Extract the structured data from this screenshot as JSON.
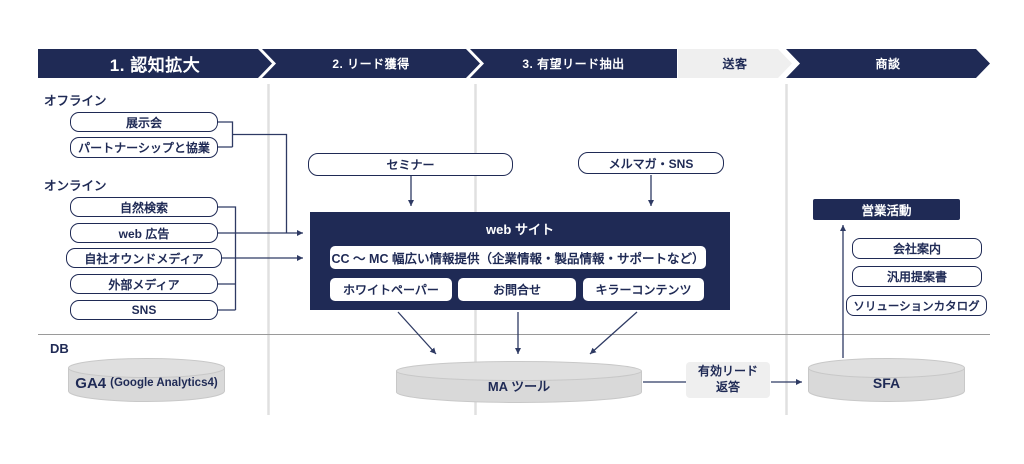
{
  "header": {
    "stages": [
      {
        "label": "1. 認知拡大"
      },
      {
        "label": "2. リード獲得"
      },
      {
        "label": "3. 有望リード抽出"
      },
      {
        "label": "送客"
      },
      {
        "label": "商談"
      }
    ]
  },
  "sections": {
    "offline": "オフライン",
    "online": "オンライン",
    "db": "DB"
  },
  "offline_channels": [
    {
      "label": "展示会"
    },
    {
      "label": "パートナーシップと協業"
    }
  ],
  "online_channels": [
    {
      "label": "自然検索"
    },
    {
      "label": "web 広告"
    },
    {
      "label": "自社オウンドメディア"
    },
    {
      "label": "外部メディア"
    },
    {
      "label": "SNS"
    }
  ],
  "lead_gen": {
    "seminar": "セミナー",
    "mailmag_sns": "メルマガ・SNS"
  },
  "website": {
    "title": "web サイト",
    "info_banner": "CC 〜 MC 幅広い情報提供（企業情報・製品情報・サポートなど）",
    "contents": [
      {
        "label": "ホワイトペーパー"
      },
      {
        "label": "お問合せ"
      },
      {
        "label": "キラーコンテンツ"
      }
    ]
  },
  "sales": {
    "title": "営業活動",
    "materials": [
      {
        "label": "会社案内"
      },
      {
        "label": "汎用提案書"
      },
      {
        "label": "ソリューションカタログ"
      }
    ]
  },
  "databases": {
    "ga4": "GA4",
    "ga4_sub": "(Google Analytics4)",
    "ma_tool": "MA ツール",
    "sfa": "SFA"
  },
  "flow": {
    "lead_reply_line1": "有効リード",
    "lead_reply_line2": "返答"
  },
  "colors": {
    "navy": "#1f2a55",
    "light_segment": "#efefef",
    "cylinder_gray": "#d9d9d9",
    "grid_line_vertical": "#e0e0e0",
    "grid_line_horizontal": "#9a9a9a",
    "connector": "#2e3a63"
  }
}
